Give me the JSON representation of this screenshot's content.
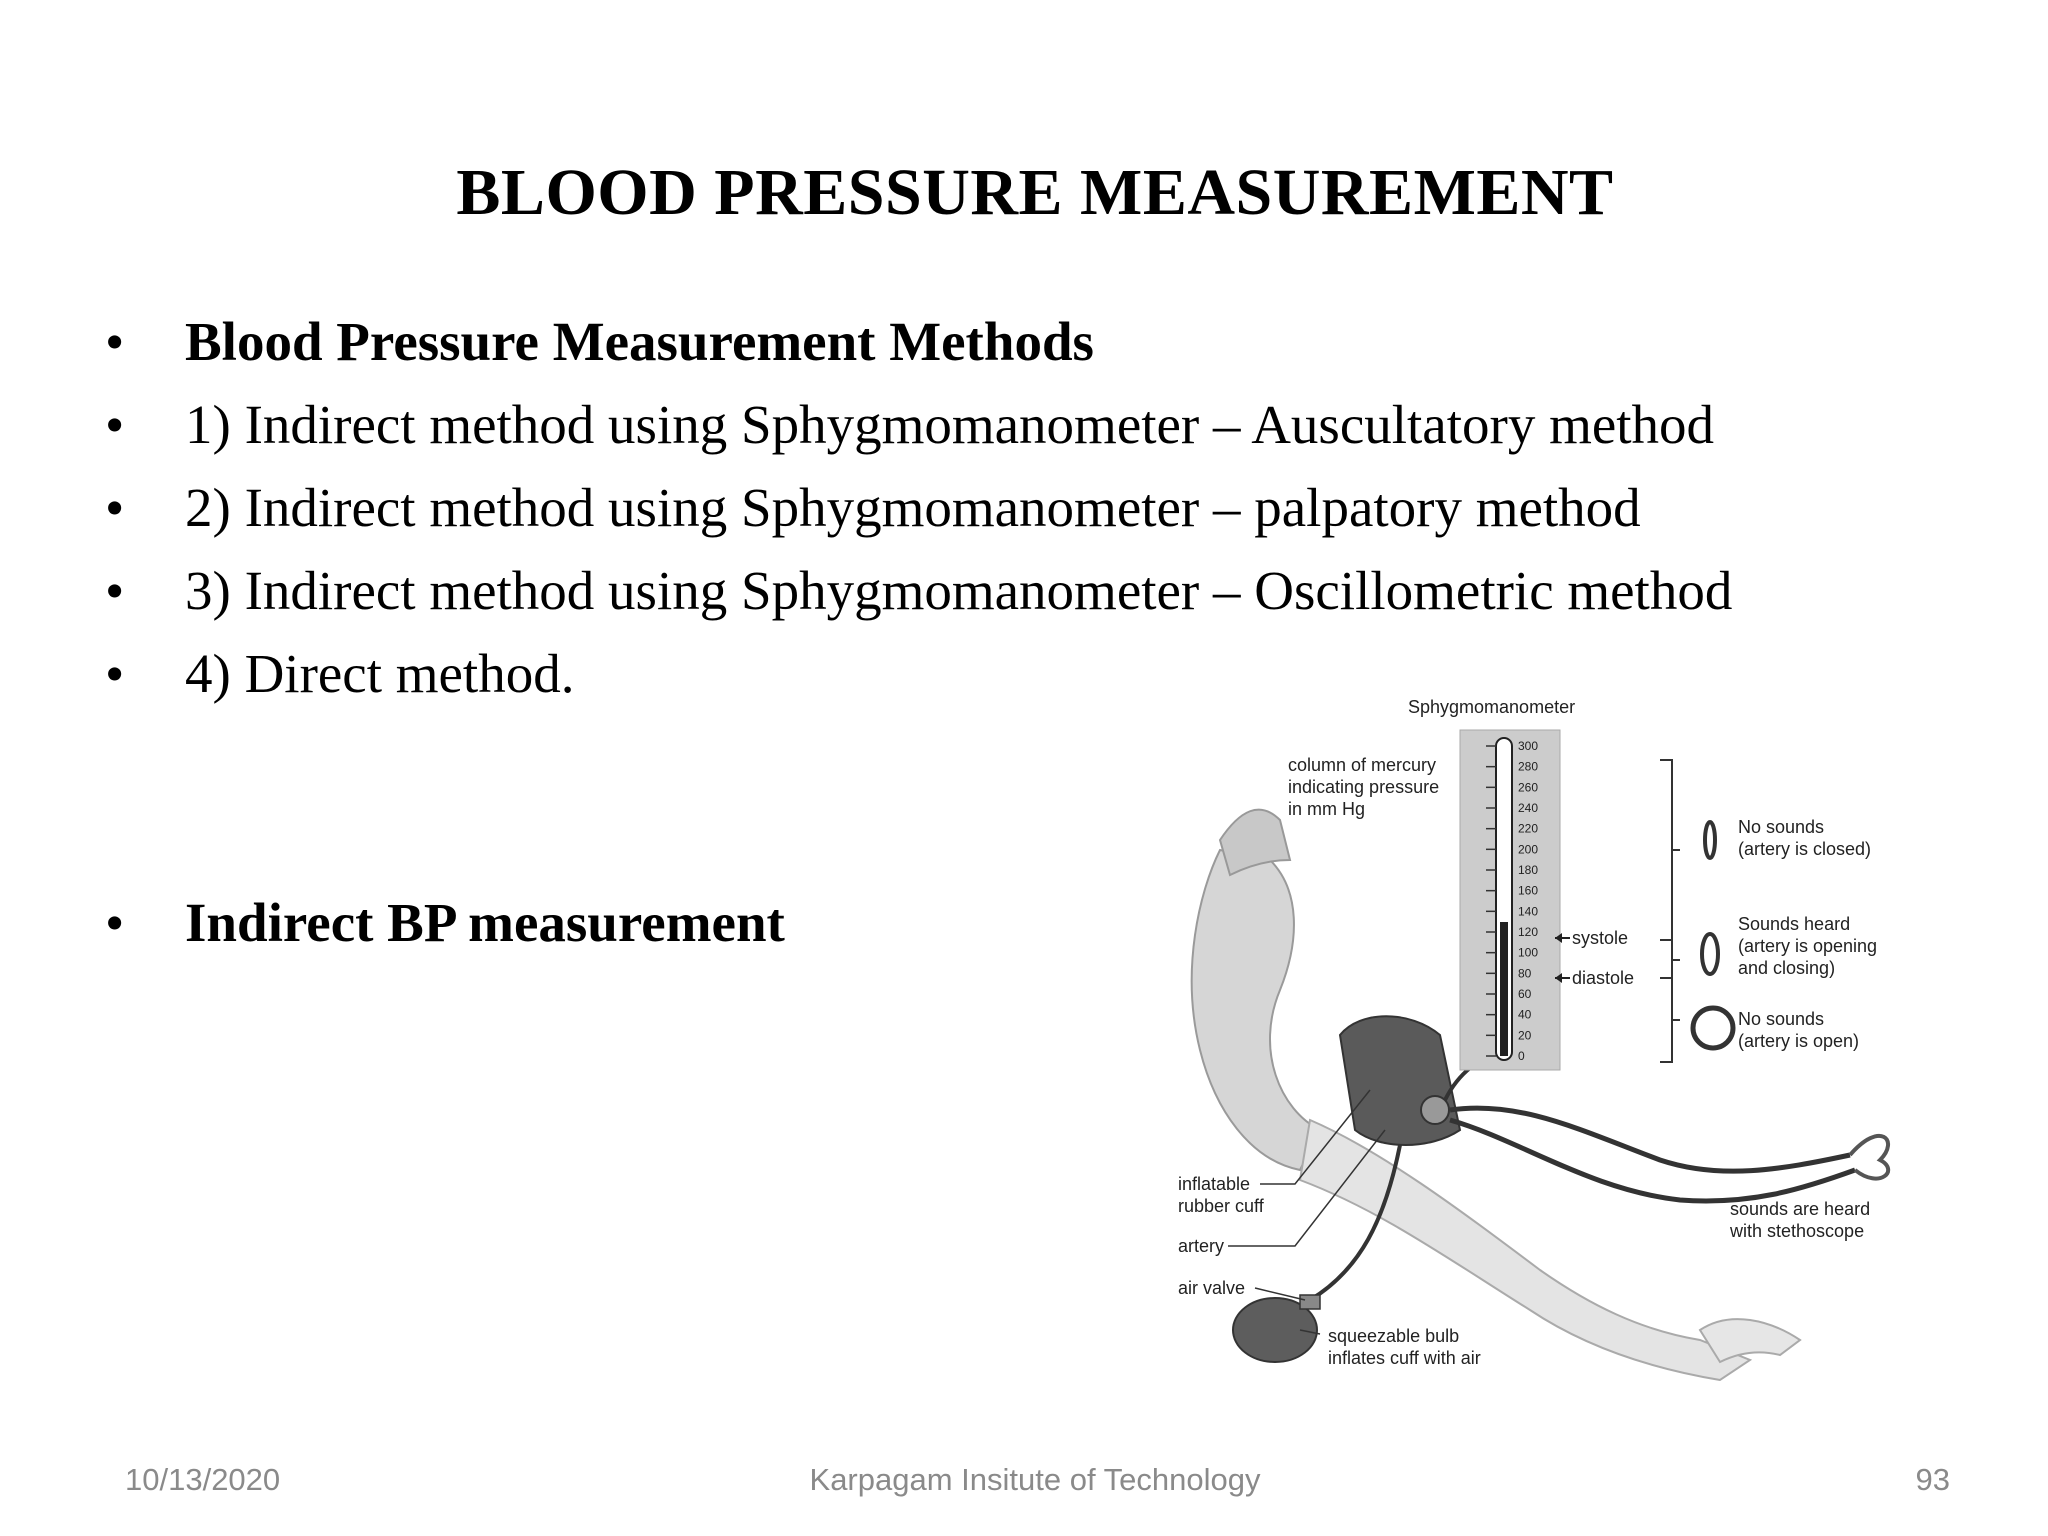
{
  "slide": {
    "title": "BLOOD PRESSURE MEASUREMENT",
    "bullet_char": "•",
    "bullets": [
      "Blood Pressure Measurement Methods",
      "1) Indirect method using Sphygmomanometer – Auscultatory method",
      "2) Indirect method using Sphygmomanometer – palpatory method",
      "3) Indirect method using Sphygmomanometer – Oscillometric method",
      "4) Direct method.",
      "Indirect BP measurement"
    ]
  },
  "figure": {
    "heading": "Sphygmomanometer",
    "column_label": [
      "column of mercury",
      "indicating pressure",
      "in mm Hg"
    ],
    "scale": [
      "300",
      "280",
      "260",
      "240",
      "220",
      "200",
      "180",
      "160",
      "140",
      "120",
      "100",
      "80",
      "60",
      "40",
      "20",
      "0"
    ],
    "systole": "systole",
    "diastole": "diastole",
    "states": [
      {
        "line1": "No sounds",
        "line2": "(artery is closed)"
      },
      {
        "line1": "Sounds heard",
        "line2": "(artery is opening",
        "line3": "and closing)"
      },
      {
        "line1": "No sounds",
        "line2": "(artery is open)"
      }
    ],
    "cuff_label": [
      "inflatable",
      "rubber cuff"
    ],
    "artery_label": "artery",
    "valve_label": "air valve",
    "bulb_label": [
      "squeezable bulb",
      "inflates cuff with air"
    ],
    "steth_label": [
      "sounds are heard",
      "with stethoscope"
    ]
  },
  "footer": {
    "date": "10/13/2020",
    "org": "Karpagam Insitute of Technology",
    "page": "93"
  }
}
